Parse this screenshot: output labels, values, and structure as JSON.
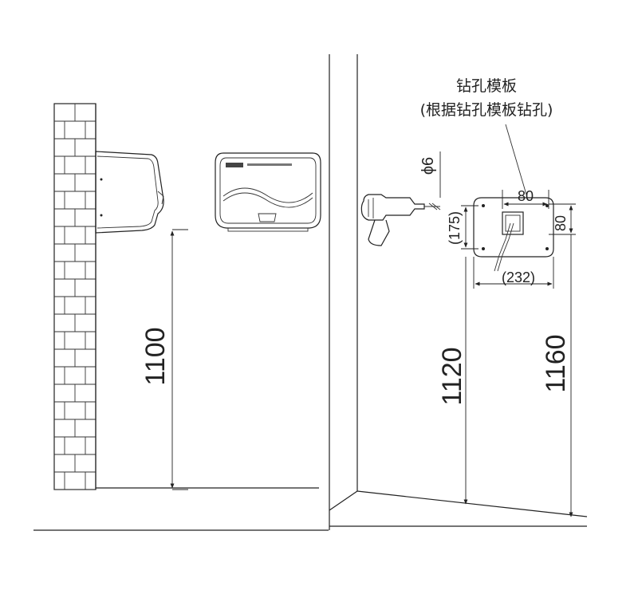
{
  "left_panel": {
    "height_label": "1100"
  },
  "right_panel": {
    "template_title": "钻孔模板",
    "template_subtitle": "(根据钻孔模板钻孔)",
    "drill_bit_label": "ϕ6",
    "hole_spacing_top": "80",
    "hole_spacing_side": "80",
    "vertical_offset": "(175)",
    "template_width": "(232)",
    "height_bottom_holes": "1120",
    "height_top_holes": "1160"
  }
}
